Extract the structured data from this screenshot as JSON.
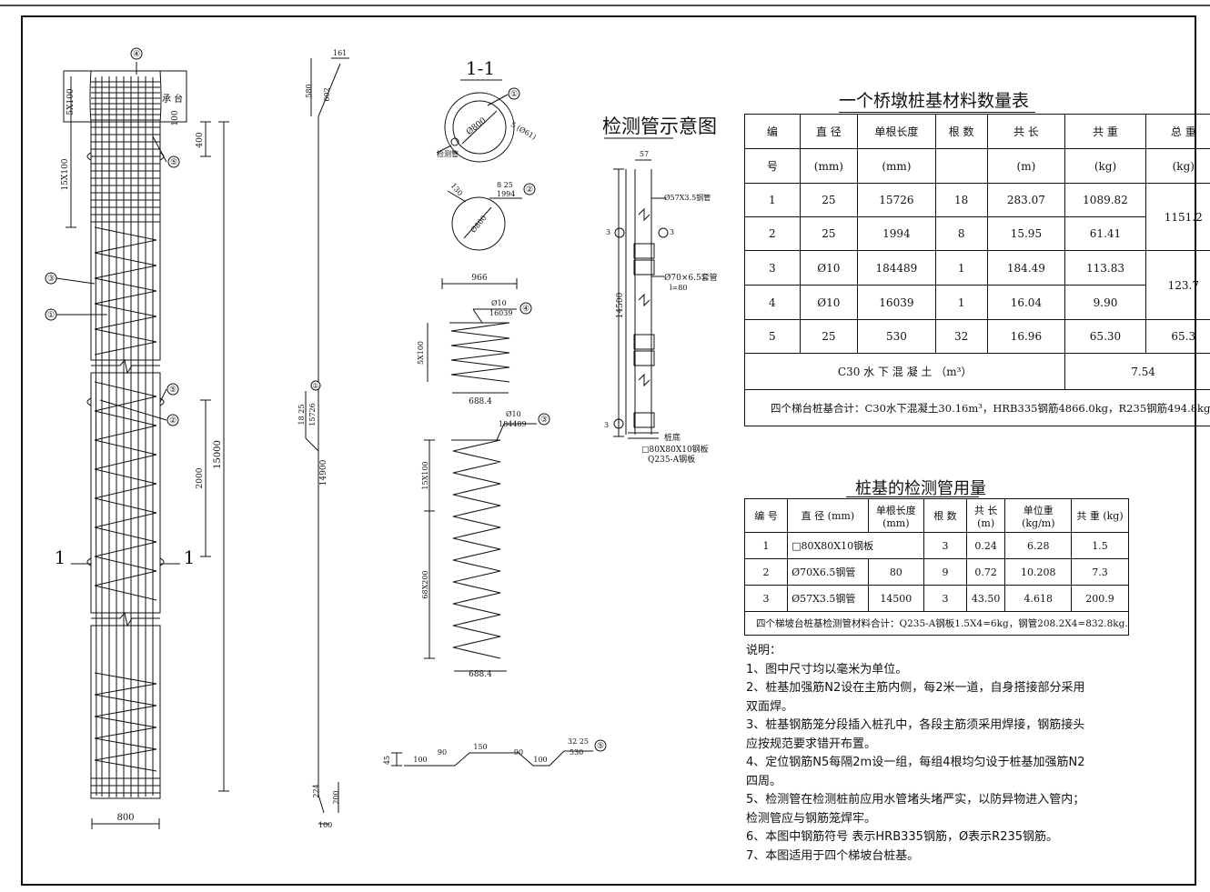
{
  "pile_labels": {
    "m1": "①",
    "m2": "②",
    "m3": "③",
    "m4": "④",
    "m5": "⑤",
    "cap": "承 台",
    "pile_width": "800",
    "total_len": "15000",
    "spacing_top": "5X100",
    "cap_gap": "100",
    "seg_400": "400",
    "seg_15x100": "15X100",
    "seg_2000": "2000",
    "sec_mark": "1"
  },
  "bar1": {
    "d161": "161",
    "d580": "580",
    "d602": "602",
    "d14900": "14900",
    "spec": "18 25",
    "len": "15726",
    "d224": "224",
    "d200": "200",
    "d100": "100"
  },
  "section": {
    "title": "1-1",
    "dia": "Ø800",
    "n5": "5 (Ø61)",
    "tube": "检测管",
    "n2_d130": "130",
    "n2_spec": "8 25",
    "n2_len": "1994",
    "n2_dia": "Ø800",
    "n4_d966": "966",
    "n4_spec": "Ø10",
    "n4_len": "16039",
    "n4_pitch": "5X100",
    "n4_w": "688.4",
    "n3_spec": "Ø10",
    "n3_len": "184489",
    "n3_p1": "15X100",
    "n3_p2": "68X200",
    "n3_w": "688.4",
    "n5_h45": "45",
    "n5_a": "100",
    "n5_b": "90",
    "n5_c": "150",
    "n5_d": "90",
    "n5_e": "100",
    "n5_spec": "32 25",
    "n5_len": "530"
  },
  "tube": {
    "title": "检测管示意图",
    "d57": "57",
    "pipe": "Ø57X3.5钢管",
    "sleeve": "Ø70×6.5套管",
    "sleeve_len": "l=80",
    "len": "14500",
    "base": "桩底",
    "plate": "□80X80X10钢板",
    "steel": "Q235-A钢板",
    "m3": "3"
  },
  "table1": {
    "title": "一个桥墩桩基材料数量表",
    "h": [
      "编",
      "直 径",
      "单根长度",
      "根 数",
      "共 长",
      "共 重",
      "总 重"
    ],
    "h2": [
      "号",
      "(mm)",
      "(mm)",
      "",
      "(m)",
      "(kg)",
      "(kg)"
    ],
    "rows": [
      [
        "1",
        "25",
        "15726",
        "18",
        "283.07",
        "1089.82"
      ],
      [
        "2",
        "25",
        "1994",
        "8",
        "15.95",
        "61.41"
      ],
      [
        "3",
        "Ø10",
        "184489",
        "1",
        "184.49",
        "113.83"
      ],
      [
        "4",
        "Ø10",
        "16039",
        "1",
        "16.04",
        "9.90"
      ],
      [
        "5",
        "25",
        "530",
        "32",
        "16.96",
        "65.30"
      ]
    ],
    "tot12": "1151.2",
    "tot34": "123.7",
    "tot5": "65.3",
    "conc_label": "C30 水 下 混 凝 土 （m³）",
    "conc_val": "7.54",
    "summary": "四个梯台桩基合计：C30水下混凝土30.16m³，HRB335钢筋4866.0kg，R235钢筋494.8kg。"
  },
  "table2": {
    "title": "桩基的检测管用量",
    "h": [
      "编 号",
      "直 径 (mm)",
      "单根长度 (mm)",
      "根 数",
      "共 长 (m)",
      "单位重 (kg/m)",
      "共 重 (kg)"
    ],
    "rows": [
      [
        "1",
        "□80X80X10钢板",
        "",
        "3",
        "0.24",
        "6.28",
        "1.5"
      ],
      [
        "2",
        "Ø70X6.5钢管",
        "80",
        "9",
        "0.72",
        "10.208",
        "7.3"
      ],
      [
        "3",
        "Ø57X3.5钢管",
        "14500",
        "3",
        "43.50",
        "4.618",
        "200.9"
      ]
    ],
    "summary": "四个梯坡台桩基检测管材料合计：Q235-A钢板1.5X4=6kg，钢管208.2X4=832.8kg."
  },
  "notes": {
    "title": "说明：",
    "items": [
      "1、图中尺寸均以毫米为单位。",
      "2、桩基加强筋N2设在主筋内侧，每2米一道，自身搭接部分采用双面焊。",
      "3、桩基钢筋笼分段插入桩孔中，各段主筋须采用焊接，钢筋接头应按规范要求错开布置。",
      "4、定位钢筋N5每隔2m设一组，每组4根均匀设于桩基加强筋N2四周。",
      "5、检测管在检测桩前应用水管堵头堵严实，以防异物进入管内；检测管应与钢筋笼焊牢。",
      "6、本图中钢筋符号 表示HRB335钢筋，Ø表示R235钢筋。",
      "7、本图适用于四个梯坡台桩基。"
    ]
  }
}
